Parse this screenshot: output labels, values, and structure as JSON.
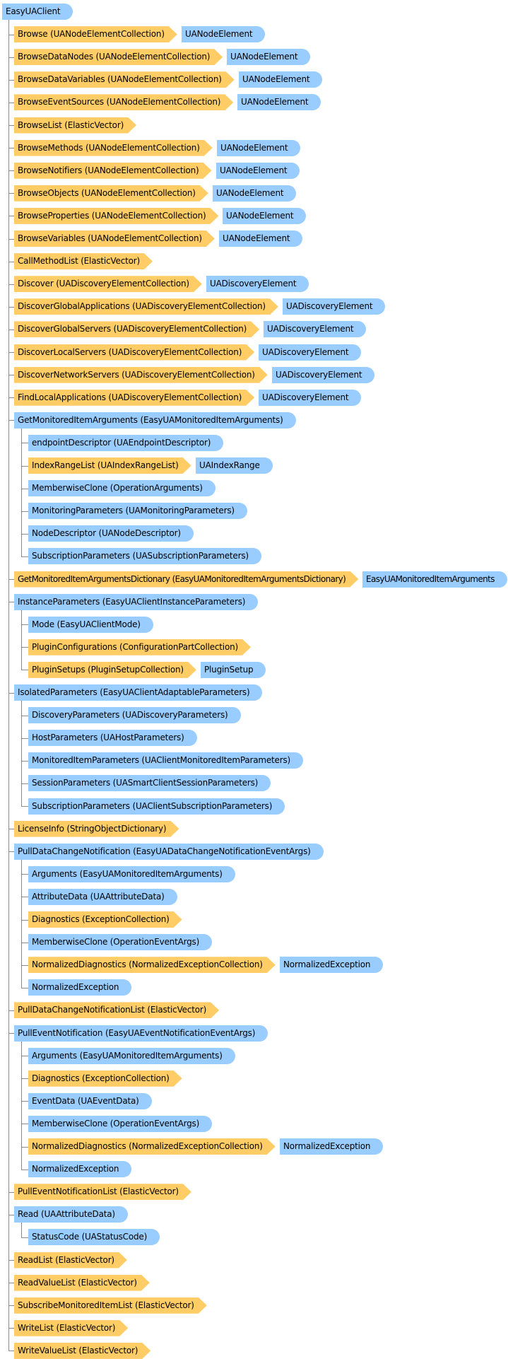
{
  "root": {
    "label": "EasyUAClient",
    "kind": "class"
  },
  "items": [
    {
      "label": "Browse (UANodeElementCollection)",
      "kind": "collection",
      "element": "UANodeElement",
      "depth": 1
    },
    {
      "label": "BrowseDataNodes (UANodeElementCollection)",
      "kind": "collection",
      "element": "UANodeElement",
      "depth": 1
    },
    {
      "label": "BrowseDataVariables (UANodeElementCollection)",
      "kind": "collection",
      "element": "UANodeElement",
      "depth": 1
    },
    {
      "label": "BrowseEventSources (UANodeElementCollection)",
      "kind": "collection",
      "element": "UANodeElement",
      "depth": 1
    },
    {
      "label": "BrowseList (ElasticVector)",
      "kind": "collection",
      "depth": 1
    },
    {
      "label": "BrowseMethods (UANodeElementCollection)",
      "kind": "collection",
      "element": "UANodeElement",
      "depth": 1
    },
    {
      "label": "BrowseNotifiers (UANodeElementCollection)",
      "kind": "collection",
      "element": "UANodeElement",
      "depth": 1
    },
    {
      "label": "BrowseObjects (UANodeElementCollection)",
      "kind": "collection",
      "element": "UANodeElement",
      "depth": 1
    },
    {
      "label": "BrowseProperties (UANodeElementCollection)",
      "kind": "collection",
      "element": "UANodeElement",
      "depth": 1
    },
    {
      "label": "BrowseVariables (UANodeElementCollection)",
      "kind": "collection",
      "element": "UANodeElement",
      "depth": 1
    },
    {
      "label": "CallMethodList (ElasticVector)",
      "kind": "collection",
      "depth": 1
    },
    {
      "label": "Discover (UADiscoveryElementCollection)",
      "kind": "collection",
      "element": "UADiscoveryElement",
      "depth": 1
    },
    {
      "label": "DiscoverGlobalApplications (UADiscoveryElementCollection)",
      "kind": "collection",
      "element": "UADiscoveryElement",
      "depth": 1
    },
    {
      "label": "DiscoverGlobalServers (UADiscoveryElementCollection)",
      "kind": "collection",
      "element": "UADiscoveryElement",
      "depth": 1
    },
    {
      "label": "DiscoverLocalServers (UADiscoveryElementCollection)",
      "kind": "collection",
      "element": "UADiscoveryElement",
      "depth": 1
    },
    {
      "label": "DiscoverNetworkServers (UADiscoveryElementCollection)",
      "kind": "collection",
      "element": "UADiscoveryElement",
      "depth": 1
    },
    {
      "label": "FindLocalApplications (UADiscoveryElementCollection)",
      "kind": "collection",
      "element": "UADiscoveryElement",
      "depth": 1
    },
    {
      "label": "GetMonitoredItemArguments (EasyUAMonitoredItemArguments)",
      "kind": "class",
      "depth": 1
    },
    {
      "label": "endpointDescriptor (UAEndpointDescriptor)",
      "kind": "class",
      "depth": 2
    },
    {
      "label": "IndexRangeList (UAIndexRangeList)",
      "kind": "collection",
      "element": "UAIndexRange",
      "depth": 2
    },
    {
      "label": "MemberwiseClone (OperationArguments)",
      "kind": "class",
      "depth": 2
    },
    {
      "label": "MonitoringParameters (UAMonitoringParameters)",
      "kind": "class",
      "depth": 2
    },
    {
      "label": "NodeDescriptor (UANodeDescriptor)",
      "kind": "class",
      "depth": 2
    },
    {
      "label": "SubscriptionParameters (UASubscriptionParameters)",
      "kind": "class",
      "depth": 2
    },
    {
      "label": "GetMonitoredItemArgumentsDictionary (EasyUAMonitoredItemArgumentsDictionary)",
      "kind": "collection",
      "element": "EasyUAMonitoredItemArguments",
      "depth": 1
    },
    {
      "label": "InstanceParameters (EasyUAClientInstanceParameters)",
      "kind": "class",
      "depth": 1
    },
    {
      "label": "Mode (EasyUAClientMode)",
      "kind": "class",
      "depth": 2
    },
    {
      "label": "PluginConfigurations (ConfigurationPartCollection)",
      "kind": "collection",
      "depth": 2
    },
    {
      "label": "PluginSetups (PluginSetupCollection)",
      "kind": "collection",
      "element": "PluginSetup",
      "depth": 2
    },
    {
      "label": "IsolatedParameters (EasyUAClientAdaptableParameters)",
      "kind": "class",
      "depth": 1
    },
    {
      "label": "DiscoveryParameters (UADiscoveryParameters)",
      "kind": "class",
      "depth": 2
    },
    {
      "label": "HostParameters (UAHostParameters)",
      "kind": "class",
      "depth": 2
    },
    {
      "label": "MonitoredItemParameters (UAClientMonitoredItemParameters)",
      "kind": "class",
      "depth": 2
    },
    {
      "label": "SessionParameters (UASmartClientSessionParameters)",
      "kind": "class",
      "depth": 2
    },
    {
      "label": "SubscriptionParameters (UAClientSubscriptionParameters)",
      "kind": "class",
      "depth": 2
    },
    {
      "label": "LicenseInfo (StringObjectDictionary)",
      "kind": "collection",
      "depth": 1
    },
    {
      "label": "PullDataChangeNotification (EasyUADataChangeNotificationEventArgs)",
      "kind": "class",
      "depth": 1
    },
    {
      "label": "Arguments (EasyUAMonitoredItemArguments)",
      "kind": "class",
      "depth": 2
    },
    {
      "label": "AttributeData (UAAttributeData)",
      "kind": "class",
      "depth": 2
    },
    {
      "label": "Diagnostics (ExceptionCollection)",
      "kind": "collection",
      "depth": 2
    },
    {
      "label": "MemberwiseClone (OperationEventArgs)",
      "kind": "class",
      "depth": 2
    },
    {
      "label": "NormalizedDiagnostics (NormalizedExceptionCollection)",
      "kind": "collection",
      "element": "NormalizedException",
      "depth": 2
    },
    {
      "label": "NormalizedException",
      "kind": "class",
      "depth": 2
    },
    {
      "label": "PullDataChangeNotificationList (ElasticVector)",
      "kind": "collection",
      "depth": 1
    },
    {
      "label": "PullEventNotification (EasyUAEventNotificationEventArgs)",
      "kind": "class",
      "depth": 1
    },
    {
      "label": "Arguments (EasyUAMonitoredItemArguments)",
      "kind": "class",
      "depth": 2
    },
    {
      "label": "Diagnostics (ExceptionCollection)",
      "kind": "collection",
      "depth": 2
    },
    {
      "label": "EventData (UAEventData)",
      "kind": "class",
      "depth": 2
    },
    {
      "label": "MemberwiseClone (OperationEventArgs)",
      "kind": "class",
      "depth": 2
    },
    {
      "label": "NormalizedDiagnostics (NormalizedExceptionCollection)",
      "kind": "collection",
      "element": "NormalizedException",
      "depth": 2
    },
    {
      "label": "NormalizedException",
      "kind": "class",
      "depth": 2
    },
    {
      "label": "PullEventNotificationList (ElasticVector)",
      "kind": "collection",
      "depth": 1
    },
    {
      "label": "Read (UAAttributeData)",
      "kind": "class",
      "depth": 1
    },
    {
      "label": "StatusCode (UAStatusCode)",
      "kind": "class",
      "depth": 2
    },
    {
      "label": "ReadList (ElasticVector)",
      "kind": "collection",
      "depth": 1
    },
    {
      "label": "ReadValueList (ElasticVector)",
      "kind": "collection",
      "depth": 1
    },
    {
      "label": "SubscribeMonitoredItemList (ElasticVector)",
      "kind": "collection",
      "depth": 1
    },
    {
      "label": "WriteList (ElasticVector)",
      "kind": "collection",
      "depth": 1
    },
    {
      "label": "WriteValueList (ElasticVector)",
      "kind": "collection",
      "depth": 1
    }
  ],
  "colors": {
    "class_fill": "#99ccff",
    "collection_fill": "#ffcc66",
    "connector": "#8a8a8a"
  }
}
